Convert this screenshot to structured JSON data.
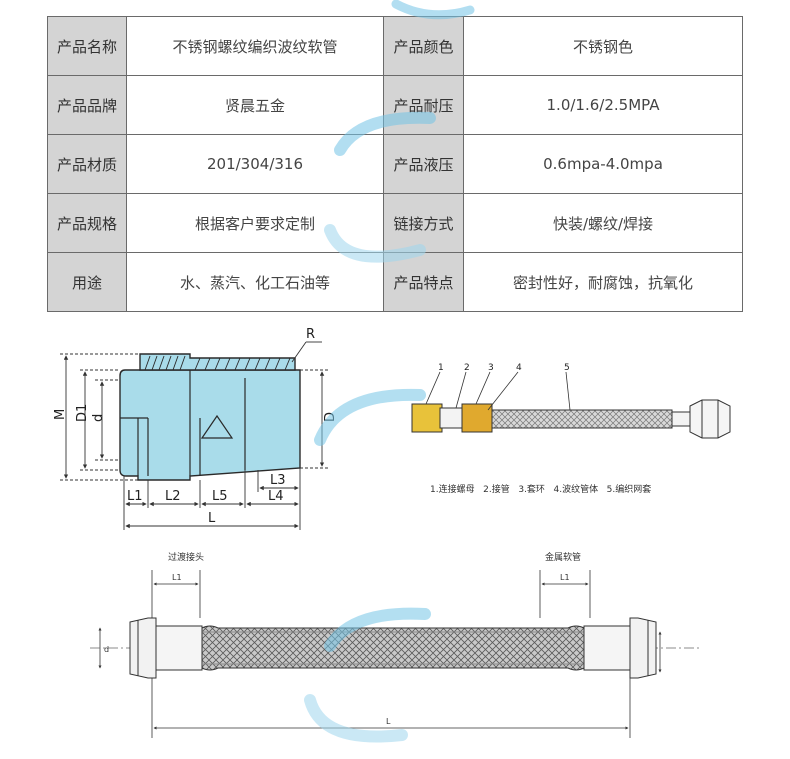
{
  "spec_table": {
    "rows": [
      {
        "label1": "产品名称",
        "value1": "不锈钢螺纹编织波纹软管",
        "label2": "产品颜色",
        "value2": "不锈钢色"
      },
      {
        "label1": "产品品牌",
        "value1": "贤晨五金",
        "label2": "产品耐压",
        "value2": "1.0/1.6/2.5MPA"
      },
      {
        "label1": "产品材质",
        "value1": "201/304/316",
        "label2": "产品液压",
        "value2": "0.6mpa-4.0mpa"
      },
      {
        "label1": "产品规格",
        "value1": "根据客户要求定制",
        "label2": "链接方式",
        "value2": "快装/螺纹/焊接"
      },
      {
        "label1": "用途",
        "value1": "水、蒸汽、化工石油等",
        "label2": "产品特点",
        "value2": "密封性好，耐腐蚀，抗氧化"
      }
    ]
  },
  "fitting_drawing": {
    "dims": {
      "R": "R",
      "M": "M",
      "D1": "D1",
      "d": "d",
      "D": "D",
      "L1": "L1",
      "L2": "L2",
      "L5": "L5",
      "L3": "L3",
      "L4": "L4",
      "L": "L"
    },
    "colors": {
      "body": "#a9dcea",
      "outline": "#2a2a2a"
    }
  },
  "hose_drawing": {
    "callouts": [
      "1",
      "2",
      "3",
      "4",
      "5"
    ],
    "legend": "1.连接螺母   2.接管   3.套环   4.波纹管体   5.编织网套"
  },
  "assembly_drawing": {
    "label_left": "过渡接头",
    "label_right": "金属软管",
    "dim_left": "L1",
    "dim_right": "L1",
    "dim_dia": "d",
    "dim_length": "L"
  }
}
